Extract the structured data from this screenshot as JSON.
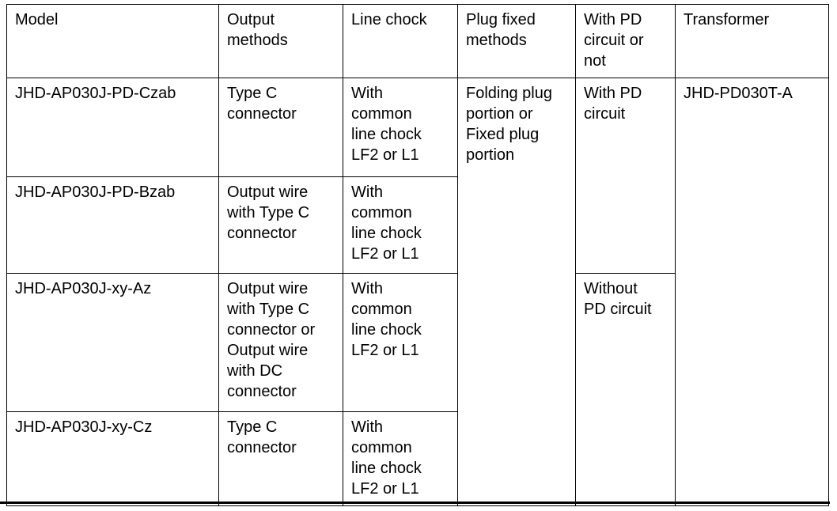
{
  "table": {
    "columns": [
      {
        "key": "model",
        "header": "Model"
      },
      {
        "key": "output",
        "header": "Output\nmethods"
      },
      {
        "key": "chock",
        "header": "Line chock"
      },
      {
        "key": "plug",
        "header": "Plug fixed\nmethods"
      },
      {
        "key": "pd",
        "header": "With PD\ncircuit or\nnot"
      },
      {
        "key": "transformer",
        "header": "Transformer"
      }
    ],
    "rows": [
      {
        "model": "JHD-AP030J-PD-Czab",
        "output": "Type C\nconnector",
        "chock": "With\ncommon\nline chock\nLF2 or L1",
        "plug": "Folding plug\nportion or\nFixed plug\nportion",
        "pd": "With PD\ncircuit",
        "transformer": "JHD-PD030T-A"
      },
      {
        "model": "JHD-AP030J-PD-Bzab",
        "output": "Output wire\nwith Type C\nconnector",
        "chock": "With\ncommon\nline chock\nLF2 or L1"
      },
      {
        "model": "JHD-AP030J-xy-Az",
        "output": "Output wire\nwith Type C\nconnector or\nOutput wire\nwith DC\nconnector",
        "chock": "With\ncommon\nline chock\nLF2 or L1",
        "pd": "Without\nPD circuit"
      },
      {
        "model": "JHD-AP030J-xy-Cz",
        "output": "Type C\nconnector",
        "chock": "With\ncommon\nline chock\nLF2 or L1"
      }
    ]
  }
}
